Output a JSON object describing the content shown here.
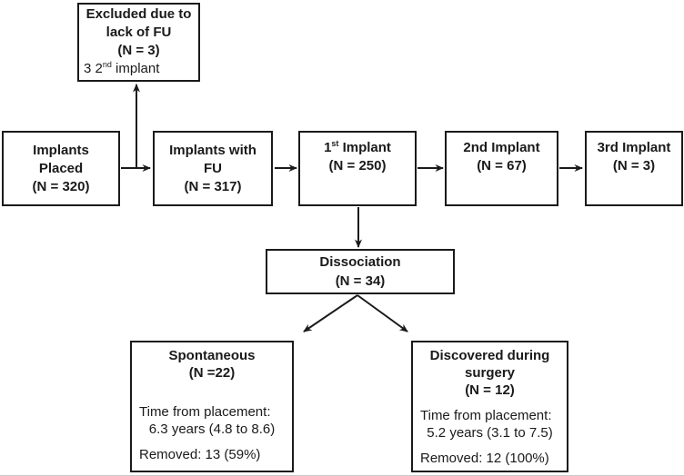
{
  "figure": {
    "colors": {
      "ink": "#1a1a1a",
      "background": "#ffffff"
    },
    "excluded": {
      "line1": "Excluded due to",
      "line2": "lack of FU",
      "line3": "(N = 3)",
      "note_prefix": "3 2",
      "note_sup": "nd",
      "note_suffix": " implant"
    },
    "implants_placed": {
      "line1": "Implants",
      "line2": "Placed",
      "n": "(N = 320)"
    },
    "implants_with_fu": {
      "line1": "Implants with",
      "line2": "FU",
      "n": "(N = 317)"
    },
    "first_implant": {
      "num": "1",
      "sup": "st",
      "rest": " Implant",
      "n": "(N = 250)"
    },
    "second_implant": {
      "title": "2nd Implant",
      "n": "(N = 67)"
    },
    "third_implant": {
      "title": "3rd Implant",
      "n": "(N = 3)"
    },
    "dissociation": {
      "title": "Dissociation",
      "n": "(N = 34)"
    },
    "spontaneous": {
      "title": "Spontaneous",
      "n": "(N =22)",
      "time_label": "Time from placement:",
      "time_value": "6.3 years (4.8 to 8.6)",
      "removed": "Removed: 13 (59%)"
    },
    "discovered": {
      "title1": "Discovered during",
      "title2": "surgery",
      "n": "(N = 12)",
      "time_label": "Time from placement:",
      "time_value": "5.2 years (3.1 to 7.5)",
      "removed": "Removed: 12 (100%)"
    }
  }
}
